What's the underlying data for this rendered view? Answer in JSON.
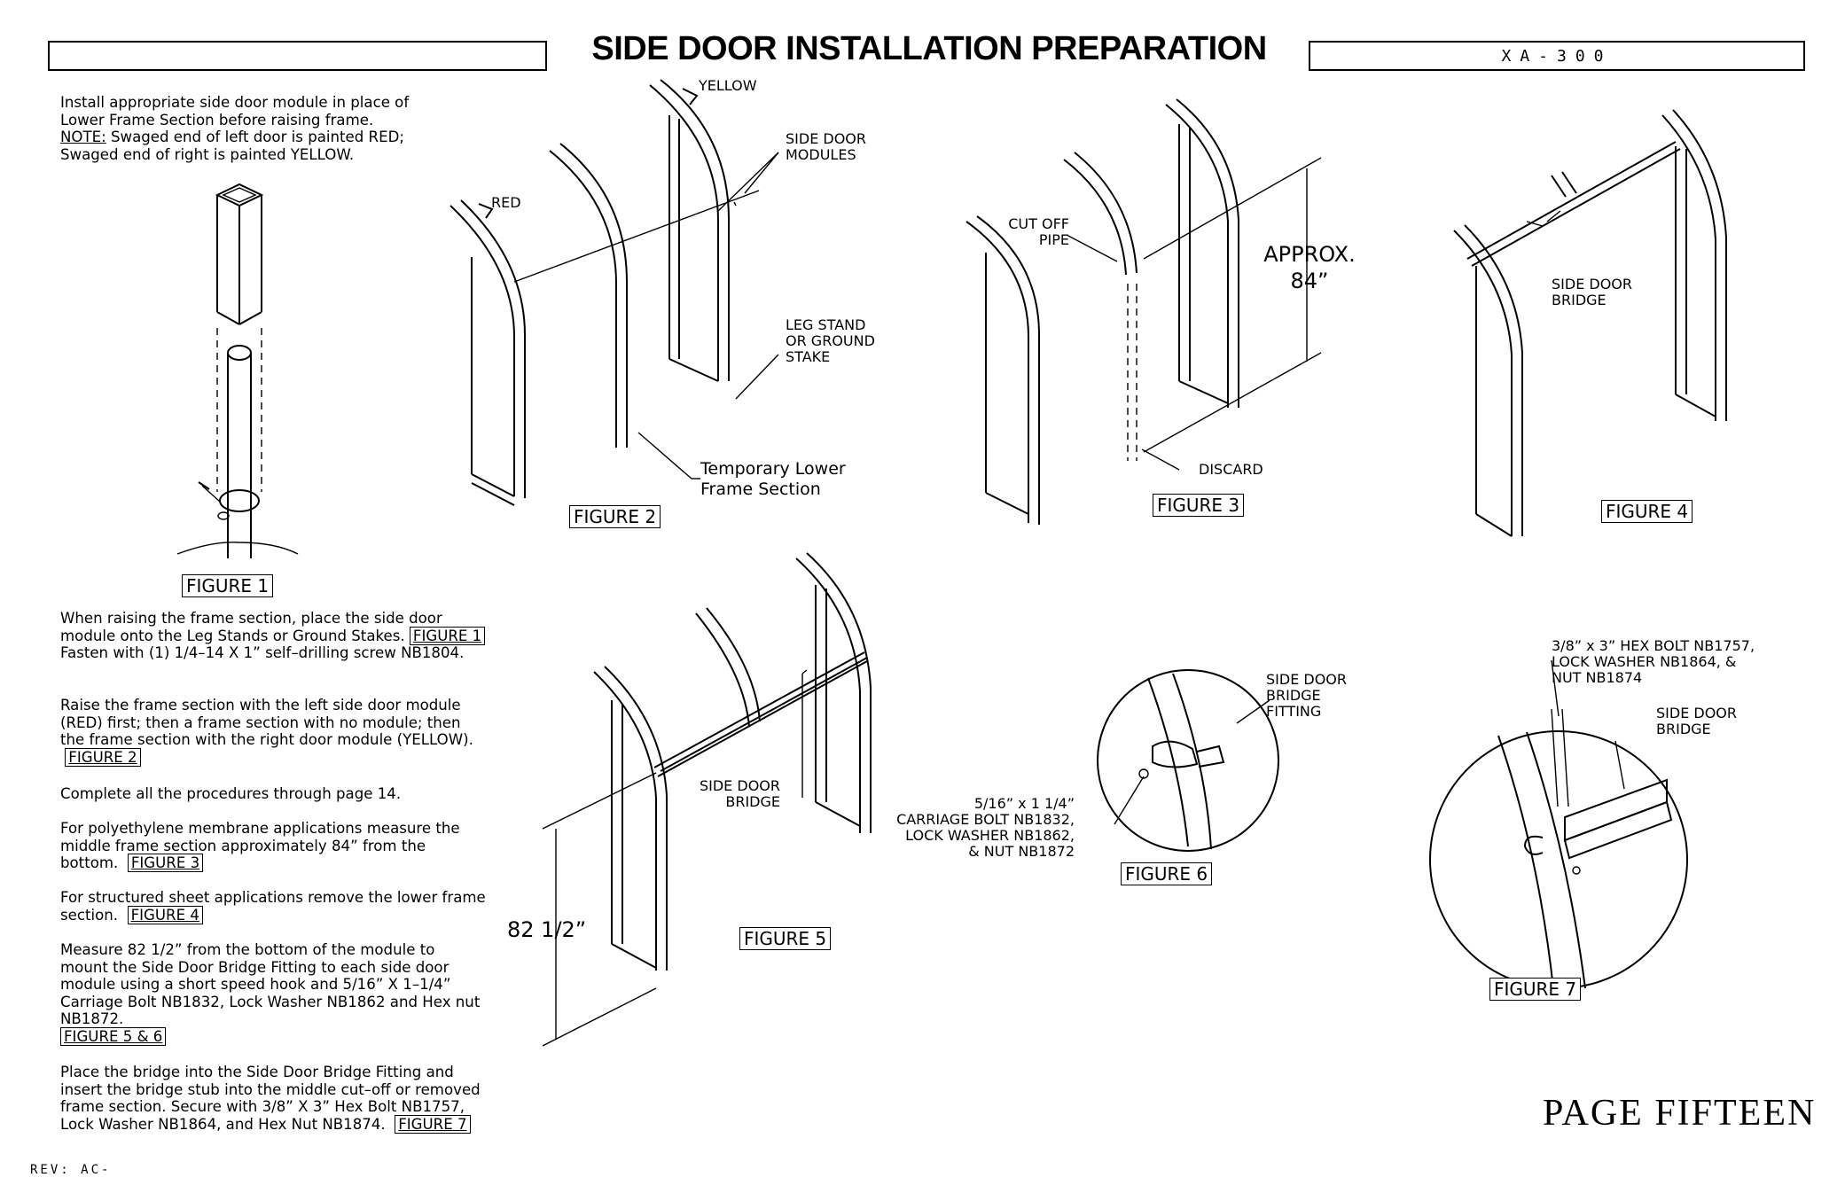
{
  "header": {
    "title": "SIDE DOOR INSTALLATION PREPARATION",
    "model": "XA-300"
  },
  "instructions": {
    "p1_line1": "Install appropriate side door module in place of",
    "p1_line2": "Lower Frame Section before raising frame.",
    "p1_note_label": "NOTE:",
    "p1_note": " Swaged end of left door is painted RED;",
    "p1_line4": "Swaged end of right is painted YELLOW.",
    "p2_text": "When raising the frame section, place the side door module onto the Leg Stands or Ground Stakes.",
    "p2_ref": "FIGURE 1",
    "p2_text2": "Fasten with (1) 1/4–14 X 1” self–drilling screw NB1804.",
    "p3_text": "Raise the frame section with the left side door module (RED) first; then a frame section with no module; then the frame section with the right door module (YELLOW).",
    "p3_ref": "FIGURE 2",
    "p4_text": "Complete all the procedures through page 14.",
    "p5_text": "For polyethylene membrane applications measure the middle frame section approximately 84” from the bottom.",
    "p5_ref": "FIGURE 3",
    "p6_text": "For structured sheet applications remove the lower frame section.",
    "p6_ref": "FIGURE 4",
    "p7_text": "Measure 82 1/2” from the bottom of the module to mount the Side Door Bridge Fitting to each side door module using a short speed hook and 5/16” X 1–1/4” Carriage Bolt NB1832, Lock Washer NB1862 and Hex nut NB1872.",
    "p7_ref": "FIGURE 5 & 6",
    "p8_text": "Place the bridge into the Side Door Bridge Fitting and insert the bridge stub into the middle cut–off or removed frame section.  Secure with 3/8” X 3” Hex Bolt NB1757, Lock Washer NB1864, and Hex Nut NB1874.",
    "p8_ref": "FIGURE 7"
  },
  "figures": {
    "f1": "FIGURE 1",
    "f2": "FIGURE 2",
    "f3": "FIGURE 3",
    "f4": "FIGURE 4",
    "f5": "FIGURE 5",
    "f6": "FIGURE 6",
    "f7": "FIGURE 7"
  },
  "labels": {
    "yellow": "YELLOW",
    "red": "RED",
    "side_door_modules_1": "SIDE DOOR",
    "side_door_modules_2": "MODULES",
    "leg_stand_1": "LEG STAND",
    "leg_stand_2": "OR GROUND",
    "leg_stand_3": "STAKE",
    "temp_lower_1": "Temporary Lower",
    "temp_lower_2": "Frame Section",
    "cut_off_1": "CUT OFF",
    "cut_off_2": "PIPE",
    "approx_1": "APPROX.",
    "approx_2": "84”",
    "discard": "DISCARD",
    "bridge4_1": "SIDE DOOR",
    "bridge4_2": "BRIDGE",
    "bridge5_1": "SIDE DOOR",
    "bridge5_2": "BRIDGE",
    "dim_82": "82 1/2”",
    "fitting_1": "SIDE DOOR",
    "fitting_2": "BRIDGE",
    "fitting_3": "FITTING",
    "carriage_1": "5/16” x 1 1/4”",
    "carriage_2": "CARRIAGE BOLT NB1832,",
    "carriage_3": "LOCK WASHER NB1862,",
    "carriage_4": "& NUT NB1872",
    "hexbolt_1": "3/8” x 3” HEX BOLT NB1757,",
    "hexbolt_2": "LOCK WASHER NB1864, &",
    "hexbolt_3": "NUT NB1874",
    "bridge7_1": "SIDE DOOR",
    "bridge7_2": "BRIDGE"
  },
  "footer": {
    "page": "PAGE FIFTEEN",
    "rev": "REV: AC-"
  }
}
